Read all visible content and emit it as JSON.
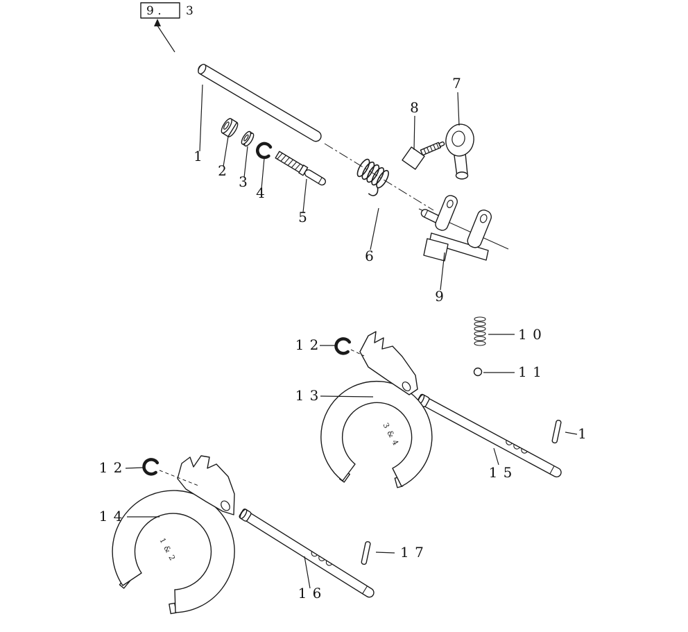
{
  "colors": {
    "line": "#1a1a1a",
    "background": "#ffffff"
  },
  "section": {
    "box": "9 .",
    "suffix": "3"
  },
  "labels": {
    "p1": "1",
    "p2": "2",
    "p3": "3",
    "p4": "4",
    "p5": "5",
    "p6": "6",
    "p7": "7",
    "p8": "8",
    "p9": "9",
    "p10": "1 0",
    "p11": "1 1",
    "p12_upper": "1 2",
    "p12_lower": "1 2",
    "p13": "1 3",
    "p14": "1 4",
    "p15": "1 5",
    "p16": "1 6",
    "p17": "1 7",
    "pin": "1"
  },
  "engravings": {
    "fork_13": "3 & 4",
    "fork_14": "1 & 2"
  }
}
